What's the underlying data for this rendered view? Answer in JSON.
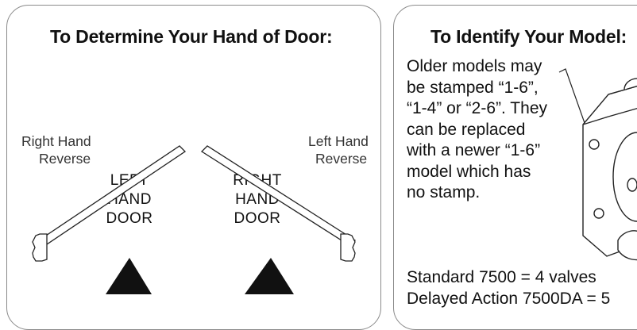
{
  "hand_panel": {
    "title": "To Determine Your Hand of Door:",
    "right_hand_reverse": [
      "Right Hand",
      "Reverse"
    ],
    "left_hand_reverse": [
      "Left Hand",
      "Reverse"
    ],
    "left_hand_door": [
      "LEFT",
      "HAND",
      "DOOR"
    ],
    "right_hand_door": [
      "RIGHT",
      "HAND",
      "DOOR"
    ]
  },
  "model_panel": {
    "title": "To Identify Your Model:",
    "description": [
      "Older models may",
      "be stamped “1-6”,",
      "“1-4” or “2-6”. They",
      "can be replaced",
      "with a newer “1-6”",
      "model which has",
      "no stamp."
    ],
    "valves": [
      "Standard 7500 = 4 valves",
      "Delayed Action 7500DA = 5"
    ]
  },
  "colors": {
    "border": "#8a8a8a",
    "ink": "#111111"
  }
}
